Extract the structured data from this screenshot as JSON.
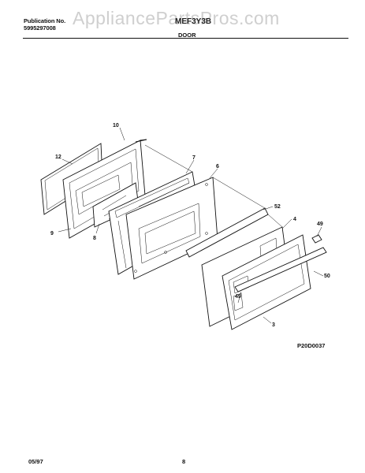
{
  "header": {
    "publication_label": "Publication No.",
    "publication_number": "5995297008",
    "model": "MEF3Y3B",
    "section_title": "DOOR",
    "watermark": "AppliancePartsPros.com"
  },
  "diagram": {
    "callouts": [
      "10",
      "12",
      "7",
      "6",
      "9",
      "8",
      "52",
      "4",
      "49",
      "50",
      "49",
      "3"
    ],
    "figure_id": "P20D0037"
  },
  "footer": {
    "date": "05/97",
    "page": "8"
  }
}
